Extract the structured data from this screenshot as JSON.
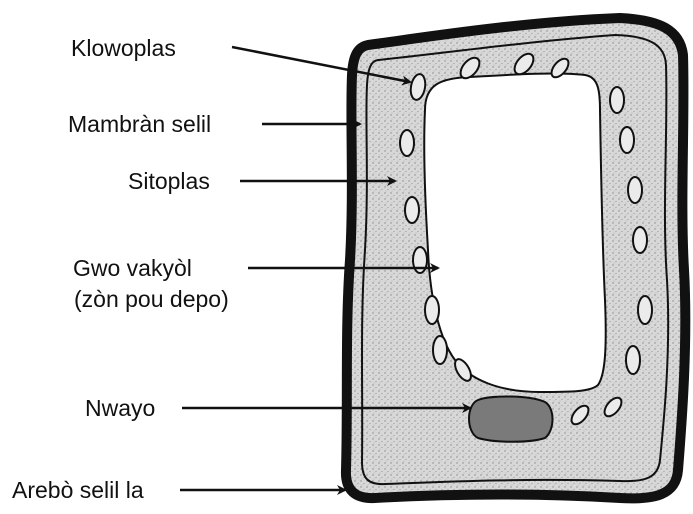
{
  "labels": {
    "chloroplast": "Klowoplas",
    "cell_membrane": "Mambràn selil",
    "cytoplasm": "Sitoplas",
    "vacuole_line1": "Gwo vakyòl",
    "vacuole_line2": "(zòn pou depo)",
    "nucleus": "Nwayo",
    "cell_wall": "Arebò selil la"
  },
  "colors": {
    "outline": "#111111",
    "cytoplasm_fill": "#d4d4d4",
    "vacuole_fill": "#ffffff",
    "nucleus_fill": "#7a7a7a",
    "chloroplast_fill": "#ebebeb"
  }
}
